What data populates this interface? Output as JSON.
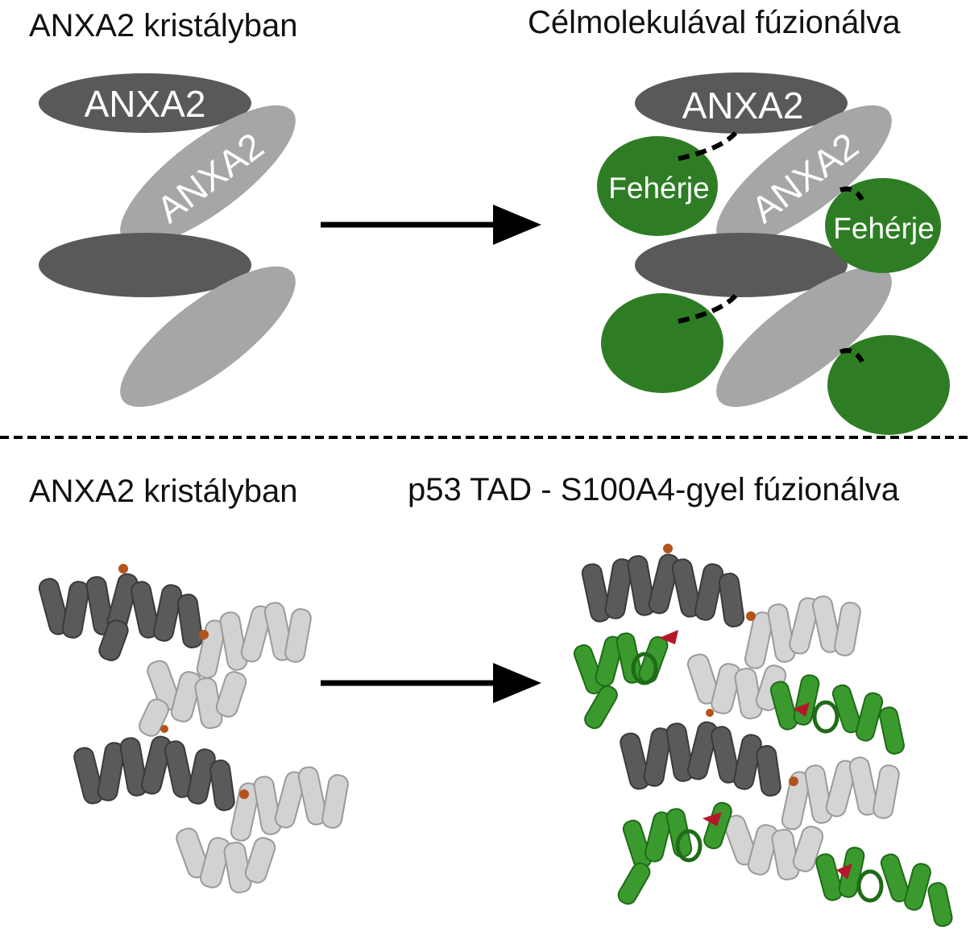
{
  "top": {
    "left_title": "ANXA2 kristályban",
    "right_title": "Célmolekulával fúzionálva",
    "ellipse_label_dark": "ANXA2",
    "ellipse_label_light": "ANXA2",
    "right_ellipse_label_dark": "ANXA2",
    "right_ellipse_label_light": "ANXA2",
    "protein_label_1": "Fehérje",
    "protein_label_2": "Fehérje"
  },
  "bottom": {
    "left_title": "ANXA2 kristályban",
    "right_title": "p53 TAD - S100A4-gyel fúzionálva"
  },
  "colors": {
    "dark_gray": "#595959",
    "light_gray": "#a6a6a6",
    "green": "#2e7d25",
    "arrow": "#000000"
  }
}
